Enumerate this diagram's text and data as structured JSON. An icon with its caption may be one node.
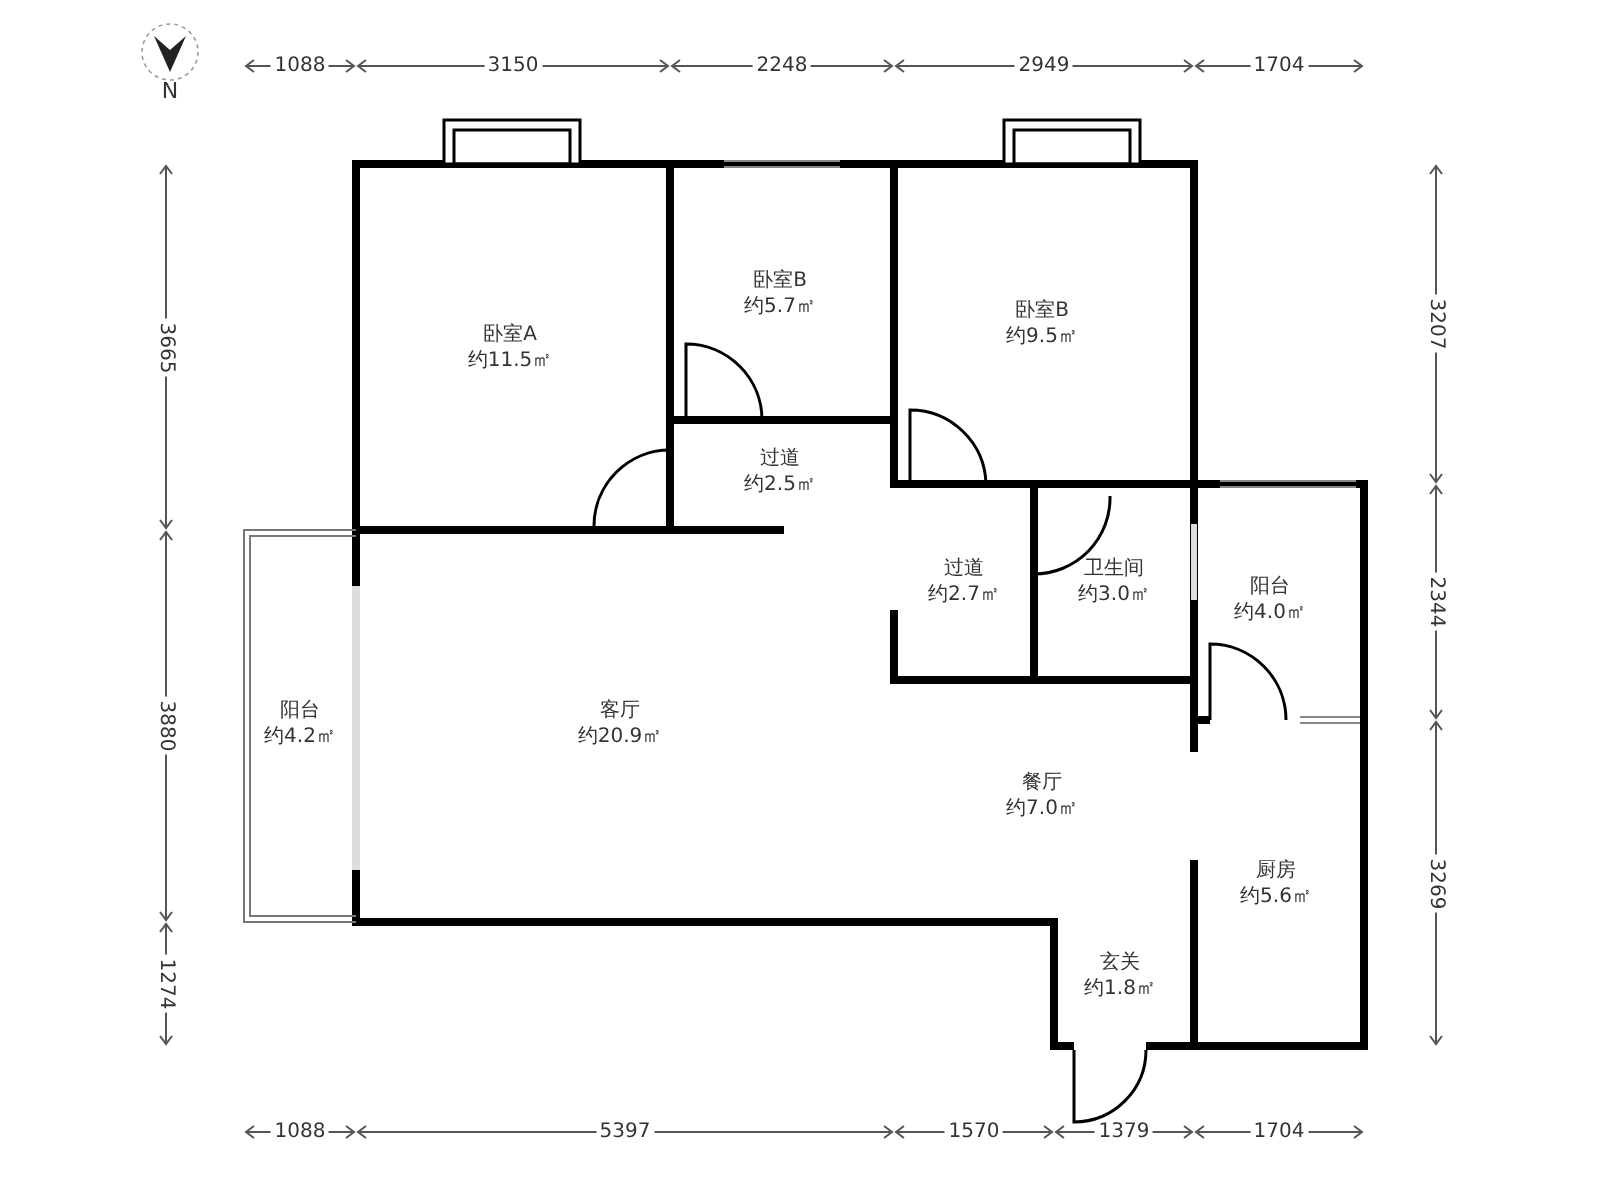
{
  "diagram": {
    "labels": [
      "N",
      "1088",
      "3150",
      "2248",
      "2949",
      "1704",
      "3665",
      "3880",
      "1274",
      "3207",
      "2344",
      "3269",
      "卧室A",
      "约11.5㎡",
      "卧室B",
      "约5.7㎡",
      "卧室B",
      "约9.5㎡",
      "过道",
      "约2.5㎡",
      "阳台",
      "约4.2㎡",
      "客厅",
      "约20.9㎡",
      "过道",
      "约2.7㎡",
      "卫生间",
      "约3.0㎡",
      "阳台",
      "约4.0㎡",
      "餐厅",
      "约7.0㎡",
      "厨房",
      "约5.6㎡",
      "玄关",
      "约1.8㎡",
      "1088",
      "5397",
      "1570",
      "1379",
      "1704"
    ]
  }
}
